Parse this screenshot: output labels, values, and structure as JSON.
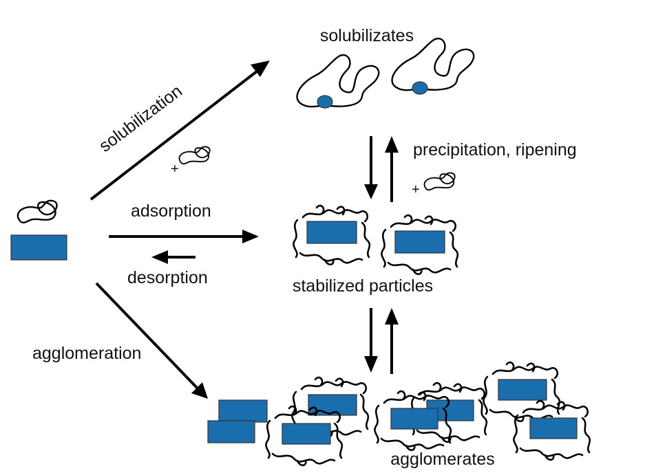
{
  "labels": {
    "solubilizates": "solubilizates",
    "solubilization": "solubilization",
    "precipitation": "precipitation, ripening",
    "adsorption": "adsorption",
    "desorption": "desorption",
    "stabilized": "stabilized particles",
    "agglomeration": "agglomeration",
    "agglomerates": "agglomerates",
    "plus": "+"
  },
  "colors": {
    "particle": "#1a6ead",
    "arrow": "#000000",
    "text": "#111111"
  }
}
